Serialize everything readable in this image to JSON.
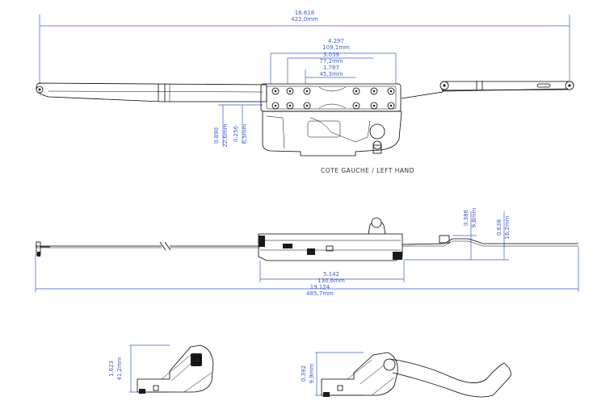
{
  "top_view": {
    "overall_dim": {
      "imperial": "16.618",
      "metric": "422,0mm"
    },
    "span_dim": {
      "imperial": "4.297",
      "metric": "109,1mm"
    },
    "mid_dim": {
      "imperial": "3.039",
      "metric": "77,2mm"
    },
    "short_dim": {
      "imperial": "1.787",
      "metric": "45,3mm"
    },
    "height_dim": {
      "imperial": "0.890",
      "metric": "22,6mm"
    },
    "small_dim": {
      "imperial": "0.256",
      "metric": "6,5mm"
    },
    "caption": "COTE GAUCHE / LEFT HAND"
  },
  "side_view": {
    "rise_dim": {
      "imperial": "0.386",
      "metric": "9,8mm"
    },
    "rise2_dim": {
      "imperial": "0.638",
      "metric": "16,2mm"
    },
    "base_dim": {
      "imperial": "5.142",
      "metric": "130,6mm"
    },
    "overall_dim": {
      "imperial": "19.124",
      "metric": "485,7mm"
    }
  },
  "bottom_left": {
    "height_dim": {
      "imperial": "1.623",
      "metric": "41,2mm"
    }
  },
  "bottom_right": {
    "height_dim": {
      "imperial": "0.392",
      "metric": "9,9mm"
    }
  },
  "colors": {
    "dimension": "#3b5bd6",
    "line": "#000000"
  }
}
